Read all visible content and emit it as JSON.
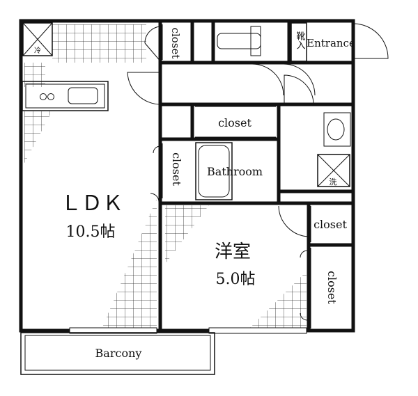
{
  "labels": {
    "ldk_name": "ＬＤＫ",
    "ldk_size": "10.5帖",
    "room_name": "洋室",
    "room_size": "5.0帖",
    "bathroom": "Bathroom",
    "entrance": "Entrance",
    "shoebox": "靴入",
    "washer": "洗",
    "fridge": "冷",
    "balcony": "Barcony",
    "closet_top": "closet",
    "closet_mid": "closet",
    "closet_left": "closet",
    "closet_right_upper": "closet",
    "closet_right_lower": "closet"
  }
}
